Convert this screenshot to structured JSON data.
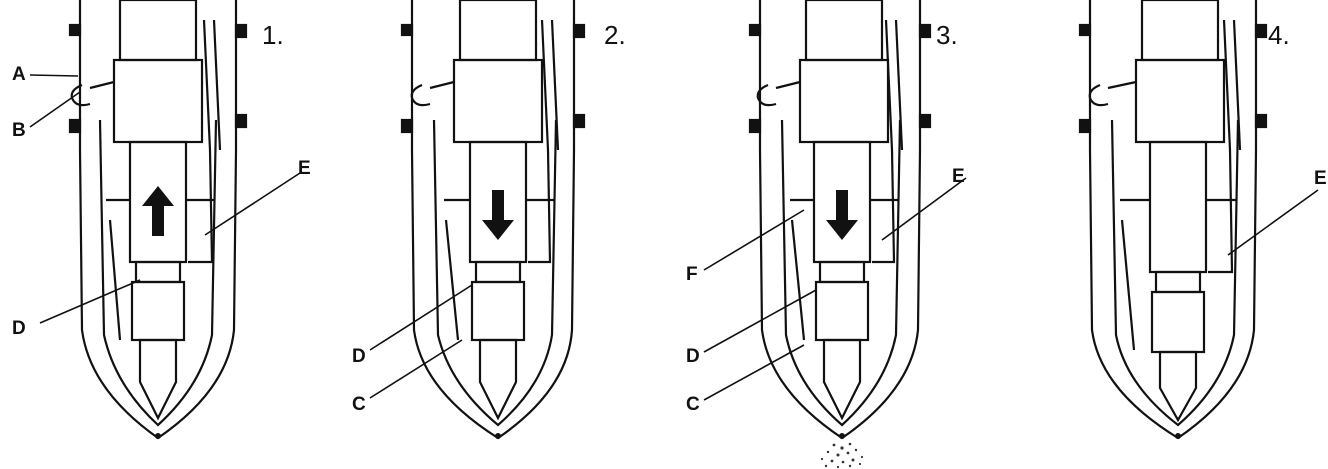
{
  "panels": [
    {
      "number": "1.",
      "labels": {
        "a": "A",
        "b": "B",
        "d": "D",
        "e": "E"
      },
      "needle_motion": "up"
    },
    {
      "number": "2.",
      "labels": {
        "d": "D",
        "c": "C"
      },
      "needle_motion": "down"
    },
    {
      "number": "3.",
      "labels": {
        "e": "E",
        "f": "F",
        "d": "D",
        "c": "C"
      },
      "needle_motion": "down",
      "spray": true
    },
    {
      "number": "4.",
      "labels": {
        "e": "E"
      },
      "needle_motion": "none"
    }
  ],
  "colors": {
    "ink": "#111111",
    "paper": "#ffffff",
    "hatch": "#444444"
  }
}
